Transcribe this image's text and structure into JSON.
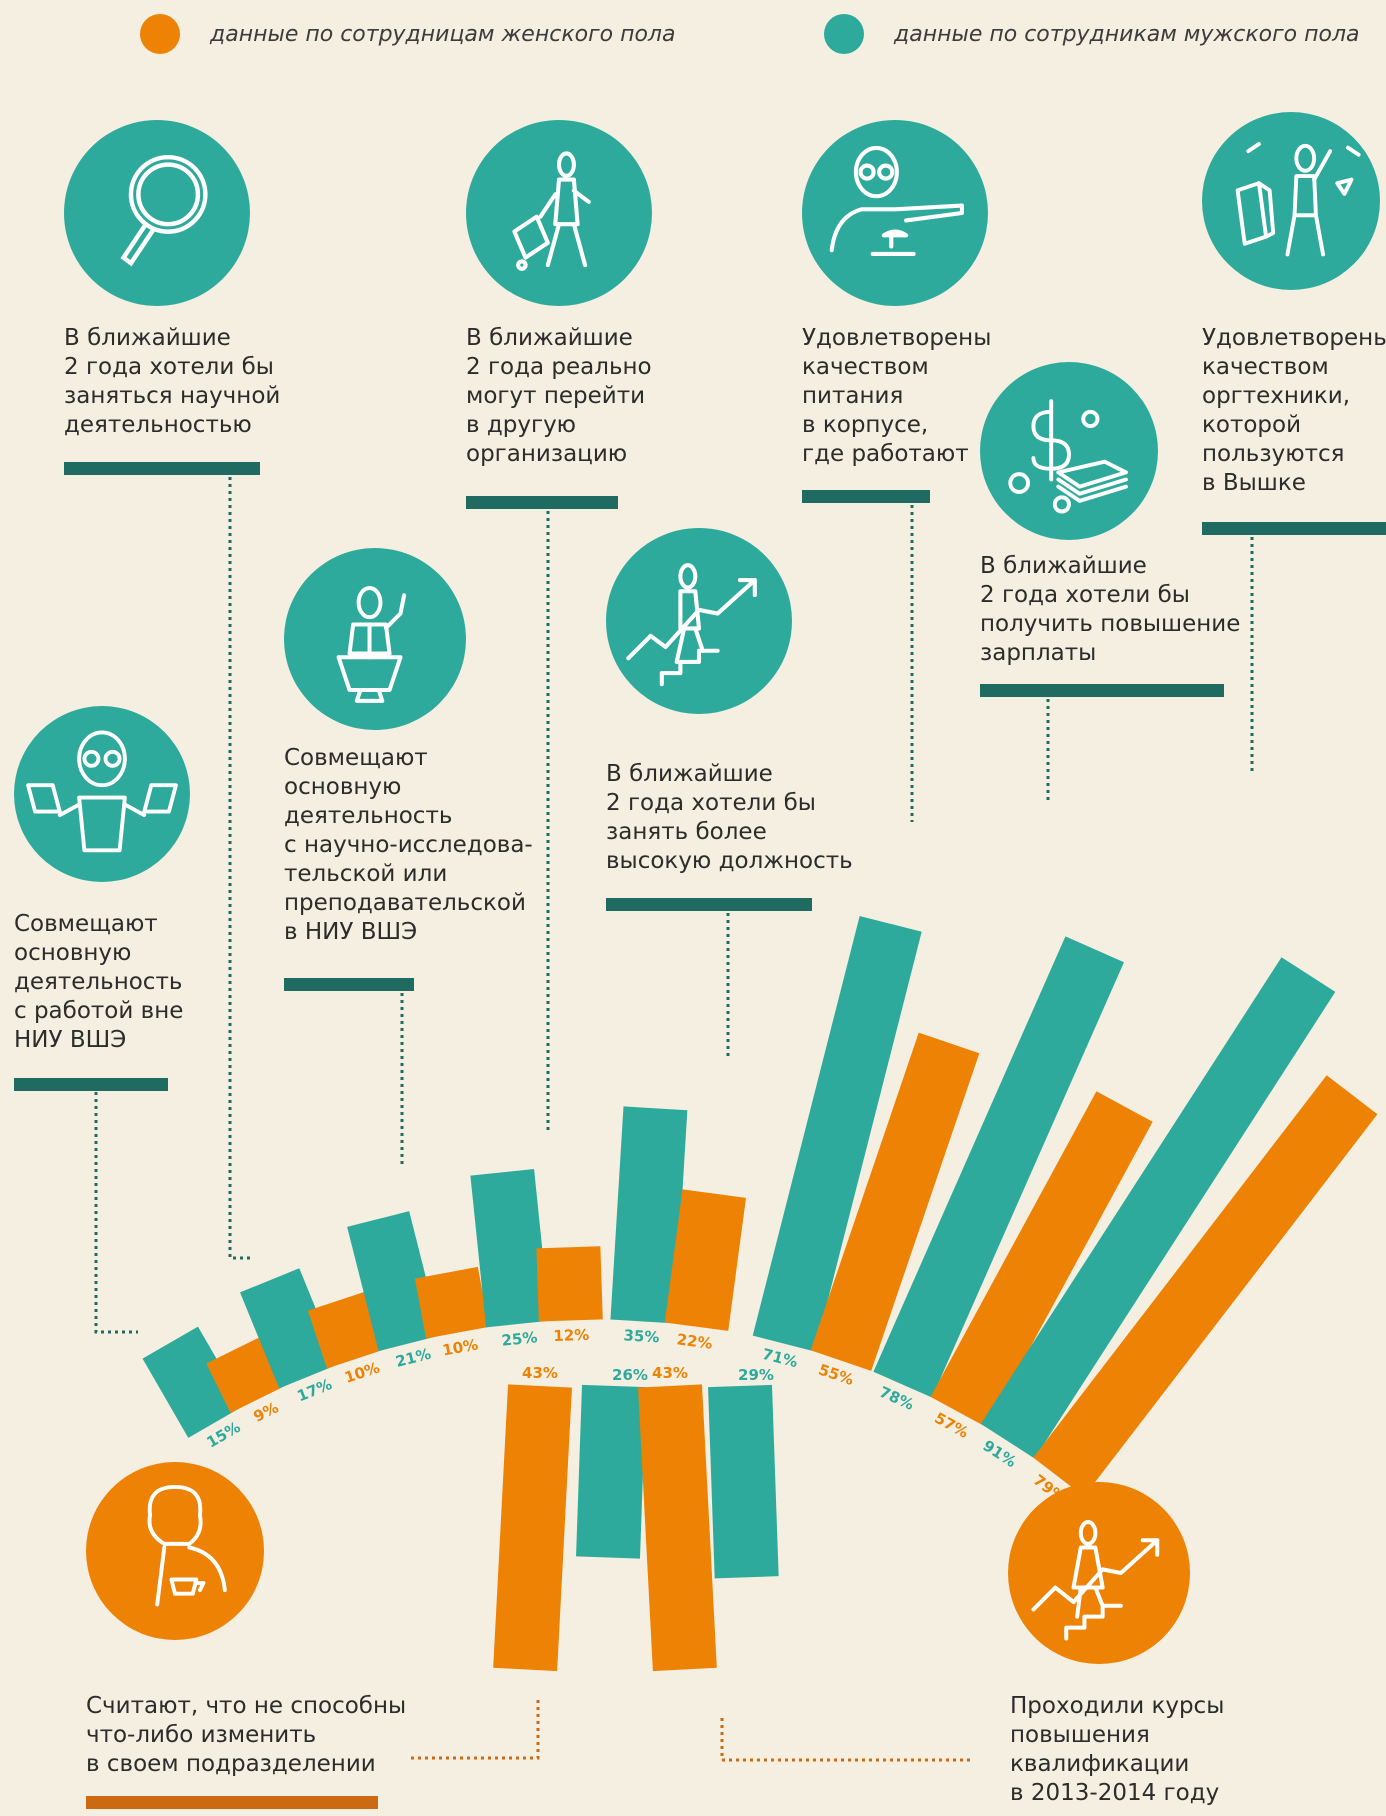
{
  "legend": {
    "female": {
      "label": "данные по сотрудницам женского пола",
      "color": "#ee8204"
    },
    "male": {
      "label": "данные по сотрудникам мужского пола",
      "color": "#2eaa9c"
    }
  },
  "colors": {
    "underline": "#1f6b62",
    "underline_female": "#cc6a12",
    "background": "#f4efe0"
  },
  "categories": [
    {
      "id": "outside",
      "label": "Совмещают\nосновную\nдеятельность\nс работой вне\nНИУ ВШЭ",
      "icon": "glasses-man-laptops-icon",
      "male_label": "15%",
      "female_label": "9%"
    },
    {
      "id": "science",
      "label": "В ближайшие\n2 года хотели бы\nзаняться научной\nдеятельностью",
      "icon": "magnifier-icon",
      "male_label": "17%",
      "female_label": "10%"
    },
    {
      "id": "teaching",
      "label": "Совмещают\nосновную\nдеятельность\nс научно-исследова-\nтельской или\nпреподавательской\nв НИУ ВШЭ",
      "icon": "lecturer-podium-icon",
      "male_label": "21%",
      "female_label": "10%"
    },
    {
      "id": "leave",
      "label": "В ближайшие\n2 года реально\nмогут перейти\nв другую\nорганизацию",
      "icon": "traveler-suitcase-icon",
      "male_label": "25%",
      "female_label": "12%"
    },
    {
      "id": "position",
      "label": "В ближайшие\n2 года хотели бы\nзанять более\nвысокую должность",
      "icon": "climbing-stairs-icon",
      "male_label": "35%",
      "female_label": "22%"
    },
    {
      "id": "food",
      "label": "Удовлетворены\nкачеством\nпитания\nв корпусе,\nгде работают",
      "icon": "waiter-tray-icon",
      "male_label": "71%",
      "female_label": "55%"
    },
    {
      "id": "salary",
      "label": "В ближайшие\n2 года хотели бы\nполучить повышение\nзарплаты",
      "icon": "money-icon",
      "male_label": "78%",
      "female_label": "57%"
    },
    {
      "id": "equipment",
      "label": "Удовлетворены\nкачеством\nоргтехники,\nкоторой\nпользуются\nв Вышке",
      "icon": "office-equipment-icon",
      "male_label": "91%",
      "female_label": "79%"
    }
  ],
  "lower": [
    {
      "id": "unable",
      "label": "Считают, что не способны\nчто-либо изменить\nв своем подразделении",
      "icon": "woman-coffee-icon",
      "female_label": "43%",
      "male_label": "26%"
    },
    {
      "id": "courses",
      "label": "Проходили курсы\nповышения\nквалификации\nв 2013-2014 году",
      "icon": "woman-stairs-icon",
      "female_label": "43%",
      "male_label": "29%"
    }
  ],
  "chart_data": {
    "type": "bar",
    "title": "",
    "xlabel": "",
    "ylabel": "",
    "ylim": [
      0,
      100
    ],
    "categories": [
      "Совмещают основную деятельность с работой вне НИУ ВШЭ",
      "В ближайшие 2 года хотели бы заняться научной деятельностью",
      "Совмещают основную деятельность с научно-исследовательской или преподавательской в НИУ ВШЭ",
      "В ближайшие 2 года реально могут перейти в другую организацию",
      "В ближайшие 2 года хотели бы занять более высокую должность",
      "Удовлетворены качеством питания в корпусе, где работают",
      "В ближайшие 2 года хотели бы получить повышение зарплаты",
      "Удовлетворены качеством оргтехники, которой пользуются в Вышке"
    ],
    "series": [
      {
        "name": "данные по сотрудникам мужского пола",
        "values": [
          15,
          17,
          21,
          25,
          35,
          71,
          78,
          91
        ]
      },
      {
        "name": "данные по сотрудницам женского пола",
        "values": [
          9,
          10,
          10,
          12,
          22,
          55,
          57,
          79
        ]
      }
    ],
    "lower": {
      "categories": [
        "Считают, что не способны что-либо изменить в своем подразделении",
        "Проходили курсы повышения квалификации в 2013-2014 году"
      ],
      "series": [
        {
          "name": "данные по сотрудницам женского пола",
          "values": [
            43,
            43
          ]
        },
        {
          "name": "данные по сотрудникам мужского пола",
          "values": [
            26,
            29
          ]
        }
      ]
    }
  }
}
